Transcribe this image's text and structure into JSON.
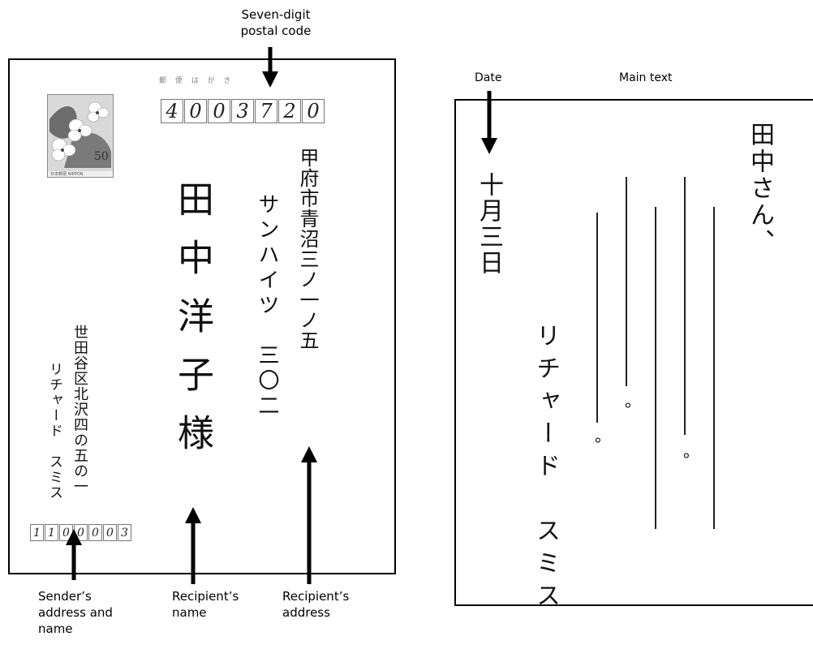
{
  "labels": {
    "postal_code": "Seven-digit\npostal code",
    "sender": "Sender’s\naddress and\nname",
    "recipient_name": "Recipient’s\nname",
    "recipient_address": "Recipient’s\naddress",
    "date": "Date",
    "main_text": "Main text"
  },
  "postcard": {
    "header": "郵 便 は が き",
    "recipient_postal_digits": [
      "4",
      "0",
      "0",
      "3",
      "7",
      "2",
      "0"
    ],
    "recipient_address_line1": "甲府市青沼三ノ一ノ五",
    "recipient_address_line2": "サンハイツ　三〇二",
    "recipient_name": "田中洋子様",
    "sender_address": "世田谷区北沢四の五の一",
    "sender_name": "リチャード　スミス",
    "sender_postal_digits": [
      "1",
      "1",
      "0",
      "0",
      "0",
      "0",
      "3"
    ],
    "stamp_value": "50",
    "stamp_caption": "日本郵便  NIPPON"
  },
  "letter": {
    "greeting": "田中さん、",
    "date": "十月三日",
    "signature": "リチャード　スミス",
    "period_mark": "。"
  }
}
